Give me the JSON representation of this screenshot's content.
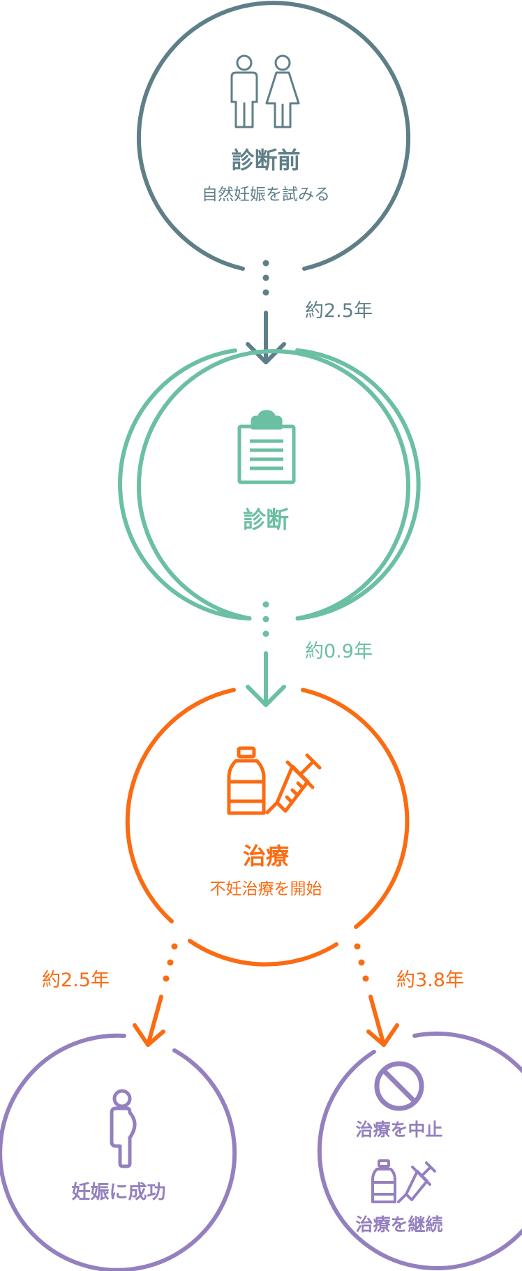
{
  "colors": {
    "pre": "#5f7f88",
    "diagnosis": "#6bbfa3",
    "treatment": "#fb6b12",
    "outcome": "#9480bf"
  },
  "stages": {
    "pre": {
      "title": "診断前",
      "subtitle": "自然妊娠を試みる",
      "icon": "man-woman-icon"
    },
    "diagnosis": {
      "title": "診断",
      "icon": "clipboard-icon"
    },
    "treatment": {
      "title": "治療",
      "subtitle": "不妊治療を開始",
      "icon": "bottle-syringe-icon"
    },
    "success": {
      "title": "妊娠に成功",
      "icon": "pregnant-woman-icon"
    },
    "stop": {
      "title_stop": "治療を中止",
      "title_continue": "治療を継続",
      "icons": [
        "prohibited-icon",
        "bottle-syringe-icon"
      ]
    }
  },
  "durations": {
    "pre_to_diagnosis": "約2.5年",
    "diagnosis_to_treatment": "約0.9年",
    "treatment_to_success": "約2.5年",
    "treatment_to_stop": "約3.8年"
  }
}
